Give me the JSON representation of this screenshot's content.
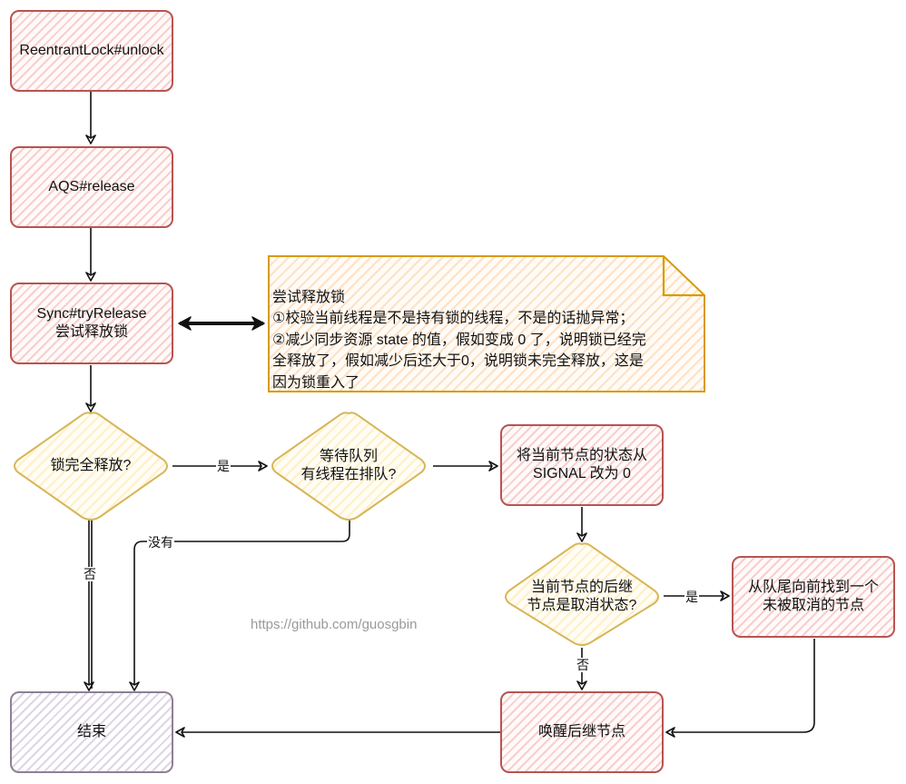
{
  "diagram": {
    "title": "ReentrantLock unlock flow",
    "colors": {
      "process_stroke": "#b85450",
      "process_fill": "#f8cecc",
      "decision_stroke": "#d6b656",
      "decision_fill": "#fff2cc",
      "note_stroke": "#d79b00",
      "note_fill": "#ffe6cc",
      "end_stroke": "#8f7f95",
      "end_fill": "#e1d5e7",
      "edge": "#111111"
    },
    "nodes": {
      "unlock": {
        "label": "ReentrantLock#unlock",
        "shape": "process"
      },
      "release": {
        "label": "AQS#release",
        "shape": "process"
      },
      "try_release": {
        "label": "Sync#tryRelease\n尝试释放锁",
        "shape": "process"
      },
      "note": {
        "label": "尝试释放锁\n①校验当前线程是不是持有锁的线程，不是的话抛异常；\n②减少同步资源 state 的值，假如变成 0 了，说明锁已经完\n全释放了，假如减少后还大于0，说明锁未完全释放，这是\n因为锁重入了",
        "shape": "note"
      },
      "fully_released": {
        "label": "锁完全释放?",
        "shape": "decision"
      },
      "queue_has_threads": {
        "label": "等待队列\n有线程在排队?",
        "shape": "decision"
      },
      "set_signal": {
        "label": "将当前节点的状态从\nSIGNAL 改为 0",
        "shape": "process"
      },
      "successor_cancelled": {
        "label": "当前节点的后继\n节点是取消状态?",
        "shape": "decision"
      },
      "find_from_tail": {
        "label": "从队尾向前找到一个\n未被取消的节点",
        "shape": "process"
      },
      "wake_successor": {
        "label": "唤醒后继节点",
        "shape": "process"
      },
      "end": {
        "label": "结束",
        "shape": "terminal"
      }
    },
    "edges": [
      {
        "from": "unlock",
        "to": "release",
        "label": ""
      },
      {
        "from": "release",
        "to": "try_release",
        "label": ""
      },
      {
        "from": "try_release",
        "to": "note",
        "label": "",
        "bidirectional": true
      },
      {
        "from": "try_release",
        "to": "fully_released",
        "label": ""
      },
      {
        "from": "fully_released",
        "to": "queue_has_threads",
        "label": "是"
      },
      {
        "from": "fully_released",
        "to": "end",
        "label": "否"
      },
      {
        "from": "queue_has_threads",
        "to": "end",
        "label": "没有"
      },
      {
        "from": "queue_has_threads",
        "to": "set_signal",
        "label": ""
      },
      {
        "from": "set_signal",
        "to": "successor_cancelled",
        "label": ""
      },
      {
        "from": "successor_cancelled",
        "to": "find_from_tail",
        "label": "是"
      },
      {
        "from": "successor_cancelled",
        "to": "wake_successor",
        "label": "否"
      },
      {
        "from": "find_from_tail",
        "to": "wake_successor",
        "label": ""
      },
      {
        "from": "wake_successor",
        "to": "end",
        "label": ""
      }
    ],
    "watermark": "https://github.com/guosgbin"
  }
}
